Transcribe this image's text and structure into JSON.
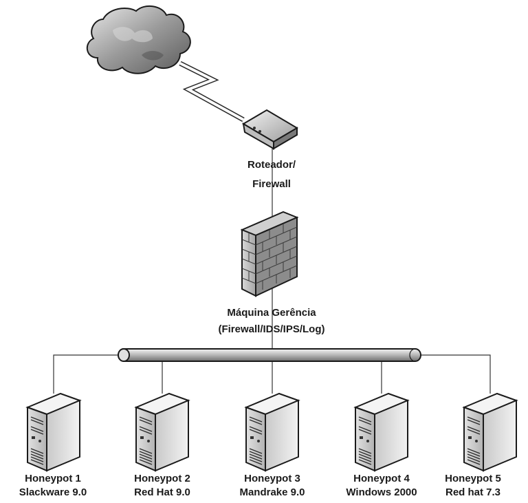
{
  "router": {
    "label_line1": "Roteador/",
    "label_line2": "Firewall",
    "icon": "router-icon"
  },
  "cloud": {
    "icon": "cloud-icon"
  },
  "link": {
    "icon": "lightning-link-icon"
  },
  "management": {
    "label_line1": "Máquina Gerência",
    "label_line2": "(Firewall/IDS/IPS/Log)",
    "icon": "firewall-wall-icon"
  },
  "bus": {
    "icon": "network-bus-icon"
  },
  "honeypots": [
    {
      "name": "Honeypot 1",
      "os": "Slackware 9.0",
      "icon": "server-icon"
    },
    {
      "name": "Honeypot 2",
      "os": "Red Hat 9.0",
      "icon": "server-icon"
    },
    {
      "name": "Honeypot 3",
      "os": "Mandrake 9.0",
      "icon": "server-icon"
    },
    {
      "name": "Honeypot 4",
      "os": "Windows 2000",
      "icon": "server-icon"
    },
    {
      "name": "Honeypot 5",
      "os": "Red hat 7.3",
      "icon": "server-icon"
    }
  ]
}
